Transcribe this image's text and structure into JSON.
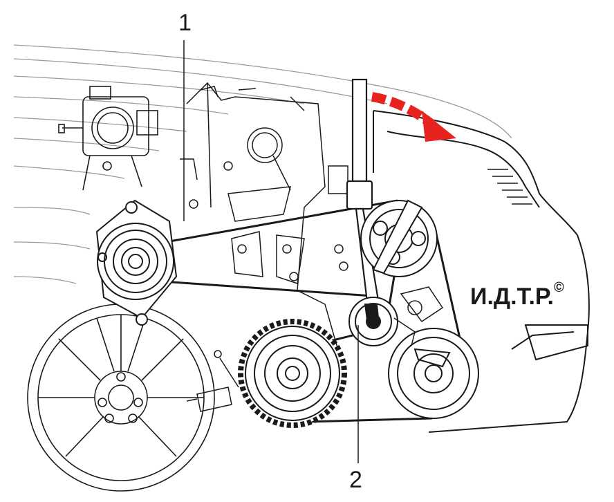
{
  "callouts": {
    "label_1": "1",
    "label_2": "2"
  },
  "watermark": {
    "text": "И.Д.Т.Р.",
    "symbol": "©"
  },
  "colors": {
    "line": "#1a1a1a",
    "grey_line": "#9a9a9a",
    "arrow": "#e8231f",
    "tool_fill": "#ffffff"
  },
  "icons": {
    "rotation_arrow": "curved-red-arrow-icon"
  }
}
